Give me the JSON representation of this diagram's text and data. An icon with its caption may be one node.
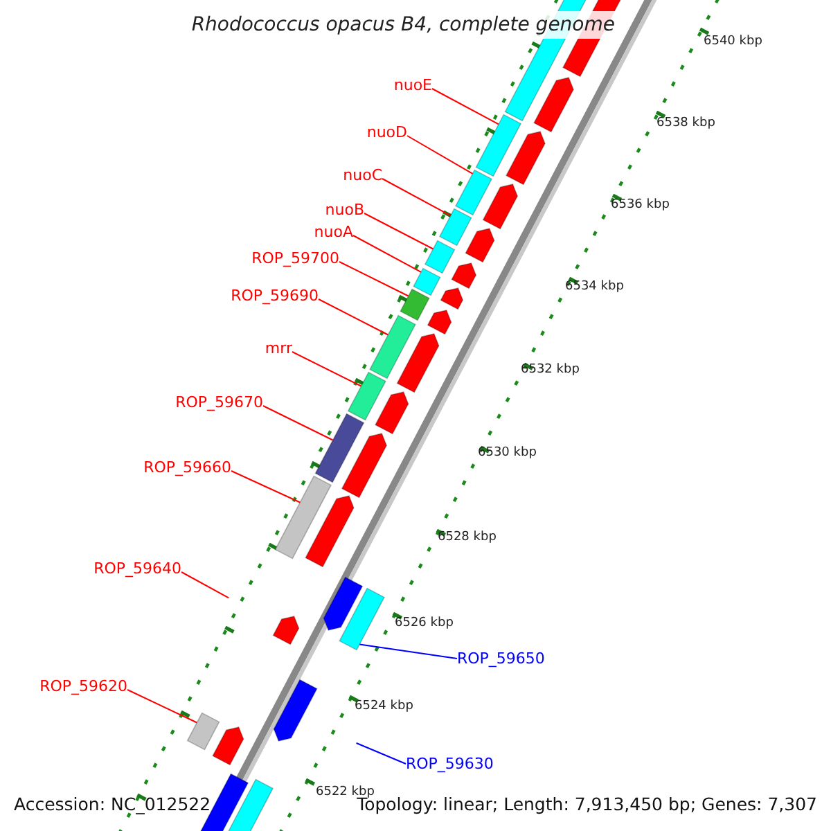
{
  "diagram": {
    "title": "Rhodococcus opacus B4, complete genome",
    "nodes": [
      {
        "text": [
          "nuoE"
        ]
      },
      {
        "text": [
          "nuoD"
        ]
      },
      {
        "text": [
          "nuoC"
        ]
      },
      {
        "text": [
          "nuoB"
        ]
      },
      {
        "text": [
          "nuoA"
        ]
      },
      {
        "text": [
          "ROP_59700"
        ]
      },
      {
        "text": [
          "ROP_59690"
        ]
      },
      {
        "text": [
          "mrr"
        ]
      },
      {
        "text": [
          "ROP_59670"
        ]
      },
      {
        "text": [
          "ROP_59660"
        ]
      },
      {
        "text": [
          "ROP_59640"
        ]
      },
      {
        "text": [
          "ROP_59650"
        ]
      },
      {
        "text": [
          "ROP_59620"
        ]
      },
      {
        "text": [
          "ROP_59630"
        ]
      },
      {
        "text": [],
        "shape": "box"
      },
      {
        "text": [],
        "shape": "box"
      },
      {
        "text": [],
        "shape": "box"
      },
      {
        "text": [],
        "shape": "box"
      },
      {
        "text": [],
        "shape": "box"
      },
      {
        "text": [],
        "shape": "box"
      },
      {
        "text": [],
        "shape": "box"
      },
      {
        "text": [],
        "shape": "box"
      },
      {
        "text": [],
        "shape": "box"
      },
      {
        "text": [],
        "shape": "box"
      },
      {
        "text": [],
        "shape": "box"
      },
      {
        "text": [],
        "shape": "box"
      },
      {
        "text": [],
        "shape": "box"
      }
    ],
    "edges": [
      {
        "from": 0,
        "to": 14,
        "arrow": "none"
      },
      {
        "from": 1,
        "to": 15,
        "arrow": "none"
      },
      {
        "from": 2,
        "to": 16,
        "arrow": "none"
      },
      {
        "from": 3,
        "to": 17,
        "arrow": "none"
      },
      {
        "from": 4,
        "to": 18,
        "arrow": "none"
      },
      {
        "from": 5,
        "to": 19,
        "arrow": "none"
      },
      {
        "from": 6,
        "to": 20,
        "arrow": "none"
      },
      {
        "from": 7,
        "to": 21,
        "arrow": "none"
      },
      {
        "from": 8,
        "to": 22,
        "arrow": "none"
      },
      {
        "from": 9,
        "to": 23,
        "arrow": "none"
      },
      {
        "from": 10,
        "to": null,
        "arrow": "none"
      },
      {
        "from": 11,
        "to": 24,
        "arrow": "none",
        "color": "#0000ff"
      },
      {
        "from": 12,
        "to": 25,
        "arrow": "none"
      },
      {
        "from": 13,
        "to": null,
        "arrow": "none",
        "color": "#0000ff"
      }
    ],
    "labels": [
      "6540 kbp",
      "6538 kbp",
      "6536 kbp",
      "6534 kbp",
      "6532 kbp",
      "6530 kbp",
      "6528 kbp",
      "6526 kbp",
      "6524 kbp",
      "6522 kbp",
      "Accession: NC_012522",
      "Topology: linear; Length: 7,913,450 bp; Genes: 7,307"
    ]
  }
}
